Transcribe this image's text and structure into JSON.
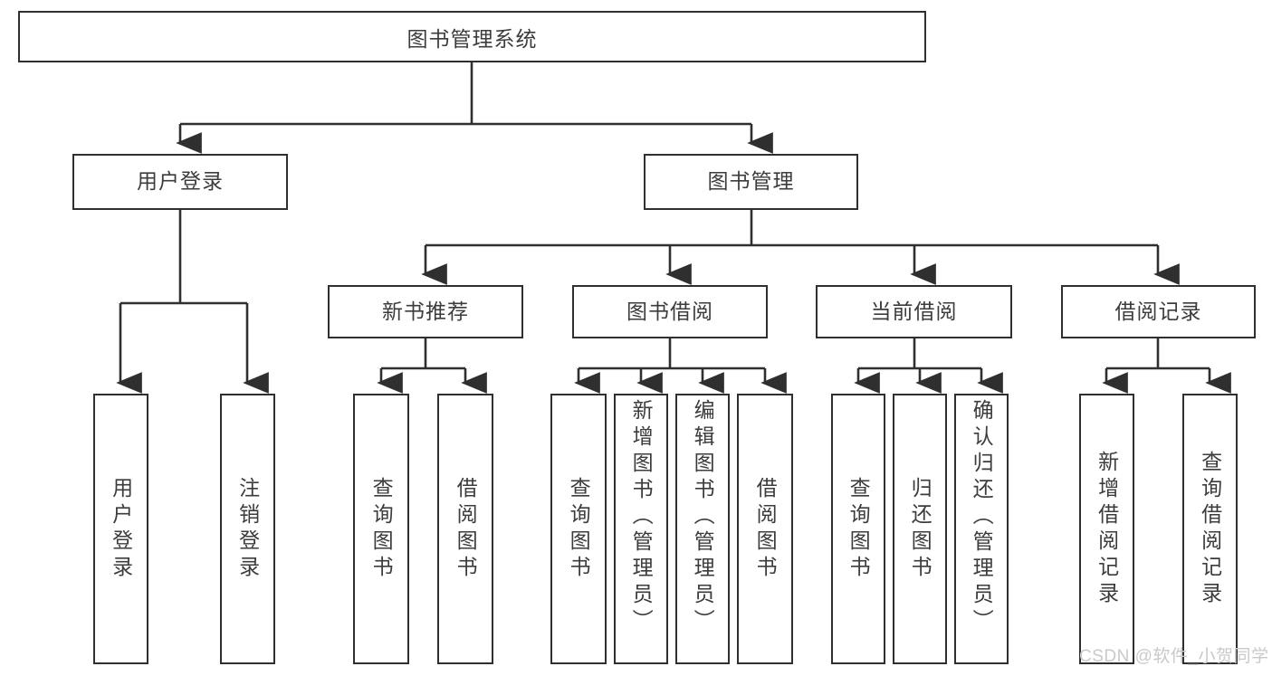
{
  "diagram": {
    "title": "图书管理系统",
    "type": "hierarchy-tree",
    "watermark": "CSDN @软件_小贺同学",
    "colors": {
      "stroke": "#2f2f2f",
      "text": "#3c3c3c",
      "background": "#ffffff",
      "watermark": "#c9c9c9"
    },
    "root": {
      "label": "图书管理系统"
    },
    "level2": [
      {
        "label": "用户登录"
      },
      {
        "label": "图书管理"
      }
    ],
    "level3": [
      {
        "label": "新书推荐"
      },
      {
        "label": "图书借阅"
      },
      {
        "label": "当前借阅"
      },
      {
        "label": "借阅记录"
      }
    ],
    "leaves": {
      "user_login": [
        {
          "label": "用户登录"
        },
        {
          "label": "注销登录"
        }
      ],
      "new_book_recommend": [
        {
          "label": "查询图书"
        },
        {
          "label": "借阅图书"
        }
      ],
      "book_borrow": [
        {
          "label": "查询图书"
        },
        {
          "label": "新增图书（管理员）"
        },
        {
          "label": "编辑图书（管理员）"
        },
        {
          "label": "借阅图书"
        }
      ],
      "current_borrow": [
        {
          "label": "查询图书"
        },
        {
          "label": "归还图书"
        },
        {
          "label": "确认归还（管理员）"
        }
      ],
      "borrow_record": [
        {
          "label": "新增借阅记录"
        },
        {
          "label": "查询借阅记录"
        }
      ]
    }
  }
}
